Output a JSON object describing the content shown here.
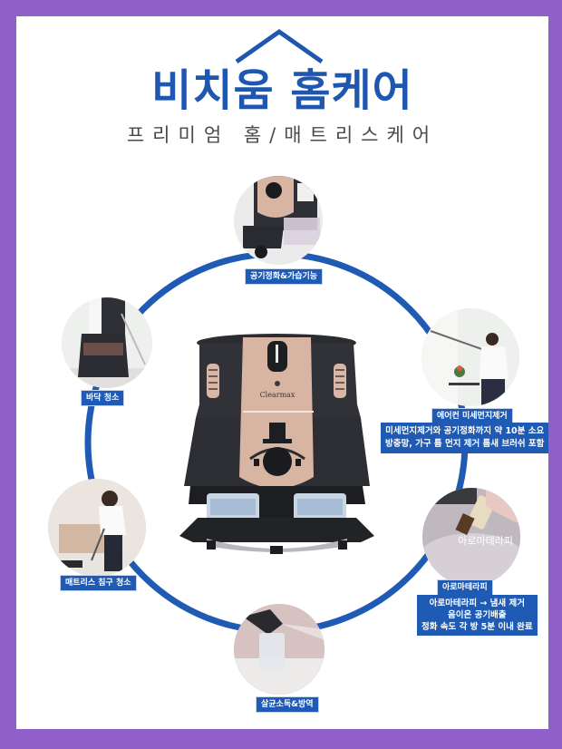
{
  "frame": {
    "border_color": "#9060c8",
    "background": "#ffffff"
  },
  "header": {
    "title": "비치움 홈케어",
    "subtitle": "프리미엄 홈/매트리스케어",
    "title_color": "#1f57b0",
    "roof_icon": "house-roof-icon"
  },
  "ring": {
    "color": "#1f5ab4"
  },
  "center_product": {
    "brand": "Clearmax",
    "icon": "vacuum-cleaner-product"
  },
  "features": [
    {
      "id": "air-purify",
      "label": "공기정화&가습기능",
      "description": []
    },
    {
      "id": "aircon-dust",
      "label": "에어컨 미세먼지제거",
      "description": [
        "미세먼지제거와 공기정화까지 약 10분 소요",
        "방충망, 가구 틈 먼지 제거 틈새 브러쉬 포함"
      ]
    },
    {
      "id": "aromatherapy",
      "label": "아로마테라피",
      "overlay_text": "아로마테라피",
      "description": [
        "아로마테라피 → 냄새 제거",
        "음이온 공기배출",
        "정화 속도 각 방 5분 이내 완료"
      ]
    },
    {
      "id": "sterilize",
      "label": "살균소독&방역",
      "description": []
    },
    {
      "id": "mattress",
      "label": "매트리스 침구 청소",
      "description": []
    },
    {
      "id": "floor",
      "label": "바닥 청소",
      "description": []
    }
  ]
}
